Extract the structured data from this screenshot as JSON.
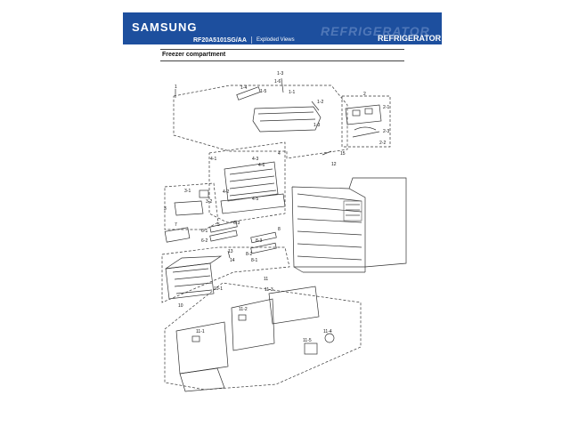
{
  "header": {
    "brand": "SAMSUNG",
    "model": "RF20A5101SG/AA",
    "view_type": "Exploded Views",
    "watermark": "REFRIGERATOR",
    "product": "REFRIGERATOR",
    "bg_color": "#1d4f9e"
  },
  "section": {
    "title": "Freezer compartment"
  },
  "callouts": {
    "c1": "1",
    "c1_1": "1-1",
    "c1_2": "1-2",
    "c1_3": "1-3",
    "c1_4": "1-4",
    "c1_5": "1-5",
    "c1_6": "1-6",
    "c1_3b": "1-3",
    "c2": "2",
    "c2_1": "2-1",
    "c2_2": "2-2",
    "c2_3": "2-3",
    "c3": "3",
    "c3_1": "3-1",
    "c3_2": "3-2",
    "c4": "4",
    "c4_1": "4-1",
    "c4_2": "4-2",
    "c4_3": "4-3",
    "c4_5": "4-5",
    "c4_6": "4-6",
    "c6_1": "6-1",
    "c6_2": "6-2",
    "c6_3": "6-3",
    "c7": "7",
    "c8": "8",
    "c8_1": "8-1",
    "c8_2": "8-2",
    "c8_3": "8-3",
    "c10": "10",
    "c10_1": "10-1",
    "c11": "11",
    "c11_1": "11-1",
    "c11_2": "11-2",
    "c11_3": "11-3",
    "c11_4": "11-4",
    "c11_5": "11-5",
    "c12": "12",
    "c13": "13",
    "c14": "14",
    "c15": "15",
    "c5": "5"
  }
}
